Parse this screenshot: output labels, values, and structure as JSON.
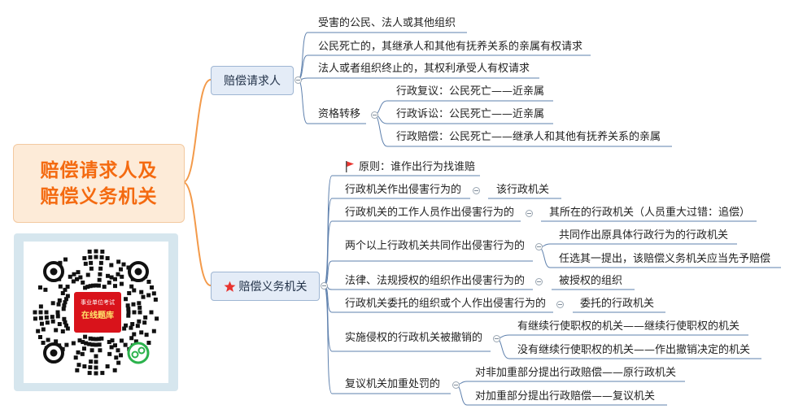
{
  "root": {
    "title": "赔偿请求人及\n赔偿义务机关"
  },
  "qr": {
    "line1": "事业单位考试",
    "line2": "在线题库"
  },
  "branch1": {
    "label": "赔偿请求人",
    "items": [
      "受害的公民、法人或其他组织",
      "公民死亡的，其继承人和其他有抚养关系的亲属有权请求",
      "法人或者组织终止的，其权利承受人有权请求"
    ],
    "transfer": {
      "label": "资格转移",
      "children": [
        "行政复议：公民死亡——近亲属",
        "行政诉讼：公民死亡——近亲属",
        "行政赔偿：公民死亡——继承人和其他有抚养关系的亲属"
      ]
    }
  },
  "branch2": {
    "label": "赔偿义务机关",
    "principle": "原则：谁作出行为找谁赔",
    "rows": [
      {
        "label": "行政机关作出侵害行为的",
        "children": [
          "该行政机关"
        ]
      },
      {
        "label": "行政机关的工作人员作出侵害行为的",
        "children": [
          "其所在的行政机关（人员重大过错：追偿）"
        ]
      },
      {
        "label": "两个以上行政机关共同作出侵害行为的",
        "children": [
          "共同作出原具体行政行为的行政机关",
          "任选其一提出，该赔偿义务机关应当先予赔偿"
        ]
      },
      {
        "label": "法律、法规授权的组织作出侵害行为的",
        "children": [
          "被授权的组织"
        ]
      },
      {
        "label": "行政机关委托的组织或个人作出侵害行为的",
        "children": [
          "委托的行政机关"
        ]
      },
      {
        "label": "实施侵权的行政机关被撤销的",
        "children": [
          "有继续行使职权的机关——继续行使职权的机关",
          "没有继续行使职权的机关——作出撤销决定的机关"
        ]
      },
      {
        "label": "复议机关加重处罚的",
        "children": [
          "对非加重部分提出行政赔偿——原行政机关",
          "对加重部分提出行政赔偿——复议机关"
        ]
      }
    ]
  }
}
